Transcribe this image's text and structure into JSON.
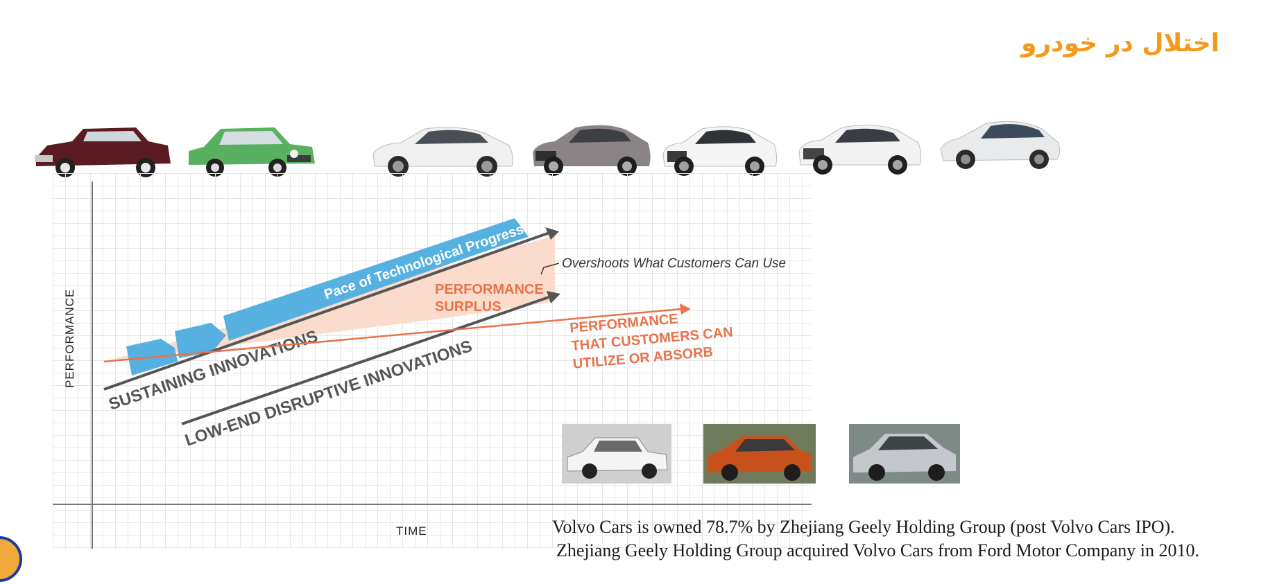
{
  "slide": {
    "title": "اختلال در خودرو",
    "title_color": "#f39a1c"
  },
  "diagram": {
    "y_axis_label": "PERFORMANCE",
    "x_axis_label": "TIME",
    "pace_label": "Pace of Technological Progress",
    "sustaining_label": "SUSTAINING INNOVATIONS",
    "disruptive_label": "LOW-END DISRUPTIVE INNOVATIONS",
    "surplus_label_1": "PERFORMANCE",
    "surplus_label_2": "SURPLUS",
    "overshoot_label": "Overshoots What Customers Can Use",
    "absorb_label_1": "PERFORMANCE",
    "absorb_label_2": "THAT CUSTOMERS CAN",
    "absorb_label_3": "UTILIZE OR ABSORB",
    "colors": {
      "pace_blue": "#56b1e1",
      "orange": "#e8724a",
      "surplus_fill": "#fbdccc",
      "dark_arrow": "#555555"
    }
  },
  "top_cars": [
    {
      "name": "maroon-classic-sedan",
      "color": "#5a1c22"
    },
    {
      "name": "green-classic-sedan",
      "color": "#58b060"
    },
    {
      "name": "white-sedan-1",
      "color": "#f0f0f0"
    },
    {
      "name": "gray-sedan",
      "color": "#8a8487"
    },
    {
      "name": "white-sedan-2",
      "color": "#f4f4f4"
    },
    {
      "name": "white-sedan-3",
      "color": "#f2f2f2"
    },
    {
      "name": "concept-sedan",
      "color": "#e9eaec"
    }
  ],
  "bottom_photos": [
    {
      "name": "white-vintage-car",
      "color": "#d8d8d8"
    },
    {
      "name": "orange-hatchback",
      "color": "#c8501c"
    },
    {
      "name": "silver-hatchback",
      "color": "#b4b8bc"
    }
  ],
  "caption": {
    "line1": "Volvo Cars is owned 78.7% by Zhejiang Geely Holding Group (post Volvo Cars IPO).",
    "line2": "Zhejiang Geely Holding Group acquired Volvo Cars from Ford Motor Company in 2010."
  }
}
